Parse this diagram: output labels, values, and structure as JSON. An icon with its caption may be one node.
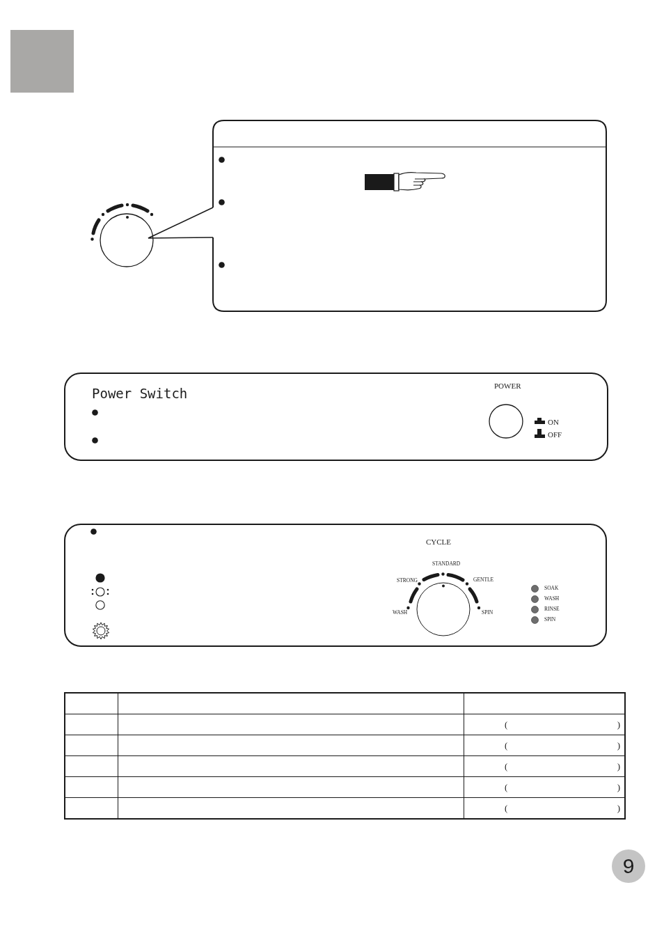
{
  "diagram": {
    "nodes": [
      {
        "text": [],
        "shape": "box"
      },
      {
        "text": [],
        "shape": "box"
      },
      {
        "text": [
          "Power Switch",
          "POWER",
          "ON",
          "OFF"
        ]
      },
      {
        "text": [
          "CYCLE",
          "STANDARD",
          "STRONG",
          "GENTLE",
          "WASH",
          "SPIN",
          "SOAK",
          "WASH",
          "RINSE",
          "SPIN"
        ]
      },
      {
        "text": [
          "9"
        ]
      }
    ],
    "labels": [
      "( )",
      "( )",
      "( )",
      "( )",
      "( )"
    ]
  }
}
